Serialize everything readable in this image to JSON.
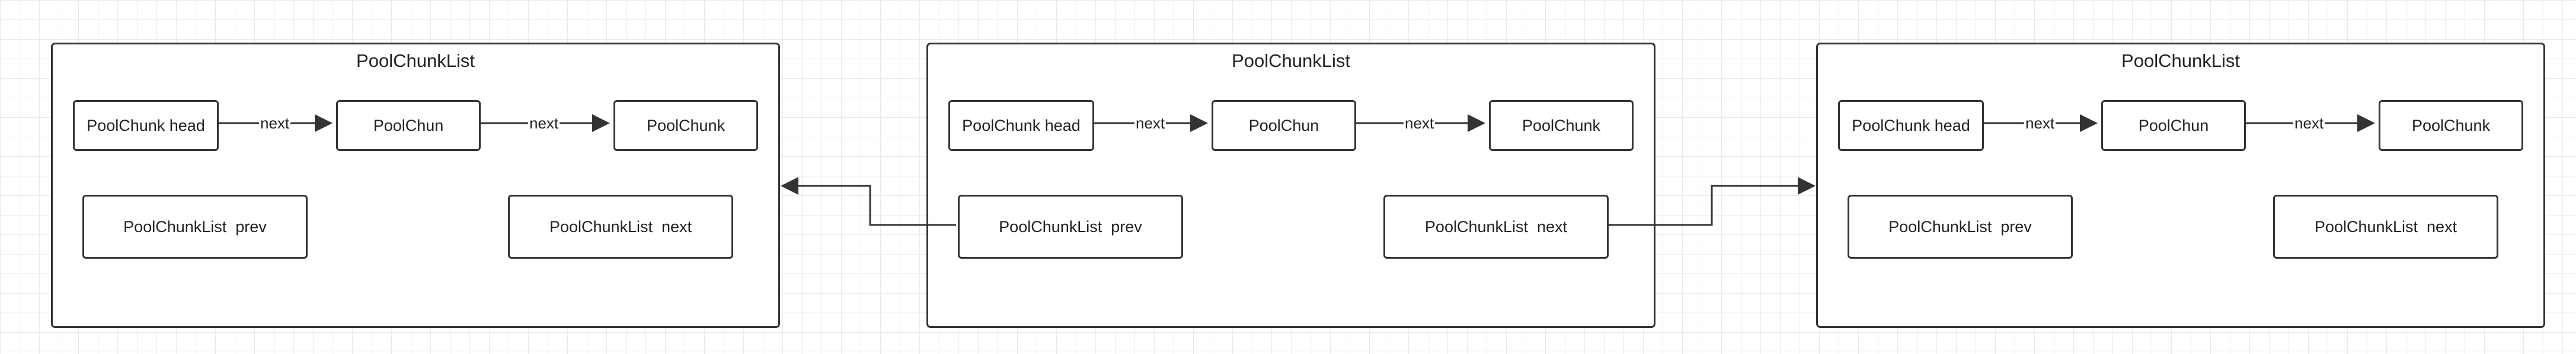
{
  "lists": [
    {
      "title": "PoolChunkList",
      "chunks": [
        "PoolChunk head",
        "PoolChun",
        "PoolChunk"
      ],
      "next_labels": [
        "next",
        "next"
      ],
      "prev_label": "PoolChunkList  prev",
      "next_label": "PoolChunkList  next"
    },
    {
      "title": "PoolChunkList",
      "chunks": [
        "PoolChunk head",
        "PoolChun",
        "PoolChunk"
      ],
      "next_labels": [
        "next",
        "next"
      ],
      "prev_label": "PoolChunkList  prev",
      "next_label": "PoolChunkList  next"
    },
    {
      "title": "PoolChunkList",
      "chunks": [
        "PoolChunk head",
        "PoolChun",
        "PoolChunk"
      ],
      "next_labels": [
        "next",
        "next"
      ],
      "prev_label": "PoolChunkList  prev",
      "next_label": "PoolChunkList  next"
    }
  ],
  "colors": {
    "stroke": "#333333",
    "grid": "#e9e9e9",
    "background": "#ffffff"
  }
}
